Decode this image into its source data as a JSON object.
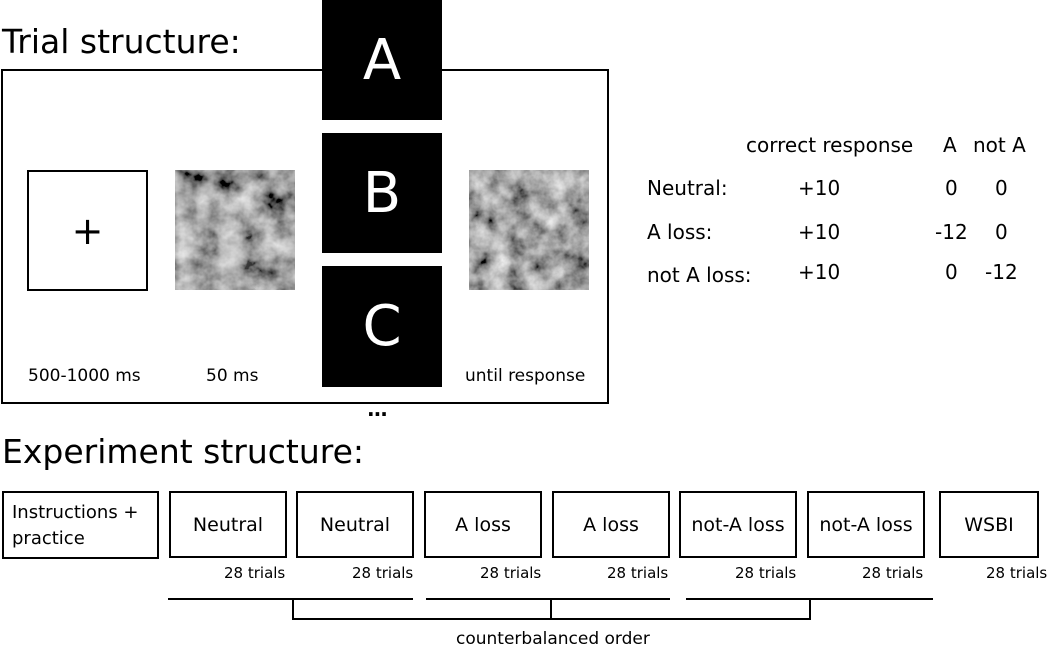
{
  "trial": {
    "heading": "Trial structure:",
    "fixation": "+",
    "durations": [
      "500-1000 ms",
      "50 ms",
      "until response"
    ],
    "letters": [
      "A",
      "B",
      "C"
    ],
    "ellipsis": "..."
  },
  "payoff": {
    "headers": {
      "correct": "correct response",
      "a": "A",
      "not_a": "not A"
    },
    "rows": [
      {
        "label": "Neutral:",
        "correct": "+10",
        "a": "0",
        "not_a": "0"
      },
      {
        "label": "A loss:",
        "correct": "+10",
        "a": "-12",
        "not_a": "0"
      },
      {
        "label": "not A loss:",
        "correct": "+10",
        "a": "0",
        "not_a": "-12"
      }
    ]
  },
  "experiment": {
    "heading": "Experiment structure:",
    "blocks": [
      {
        "label": "Instructions + practice",
        "trials": ""
      },
      {
        "label": "Neutral",
        "trials": "28 trials"
      },
      {
        "label": "Neutral",
        "trials": "28 trials"
      },
      {
        "label": "A loss",
        "trials": "28 trials"
      },
      {
        "label": "A loss",
        "trials": "28 trials"
      },
      {
        "label": "not-A loss",
        "trials": "28 trials"
      },
      {
        "label": "not-A loss",
        "trials": "28 trials"
      },
      {
        "label": "WSBI",
        "trials": "28 trials"
      }
    ],
    "bracket_label": "counterbalanced order"
  }
}
